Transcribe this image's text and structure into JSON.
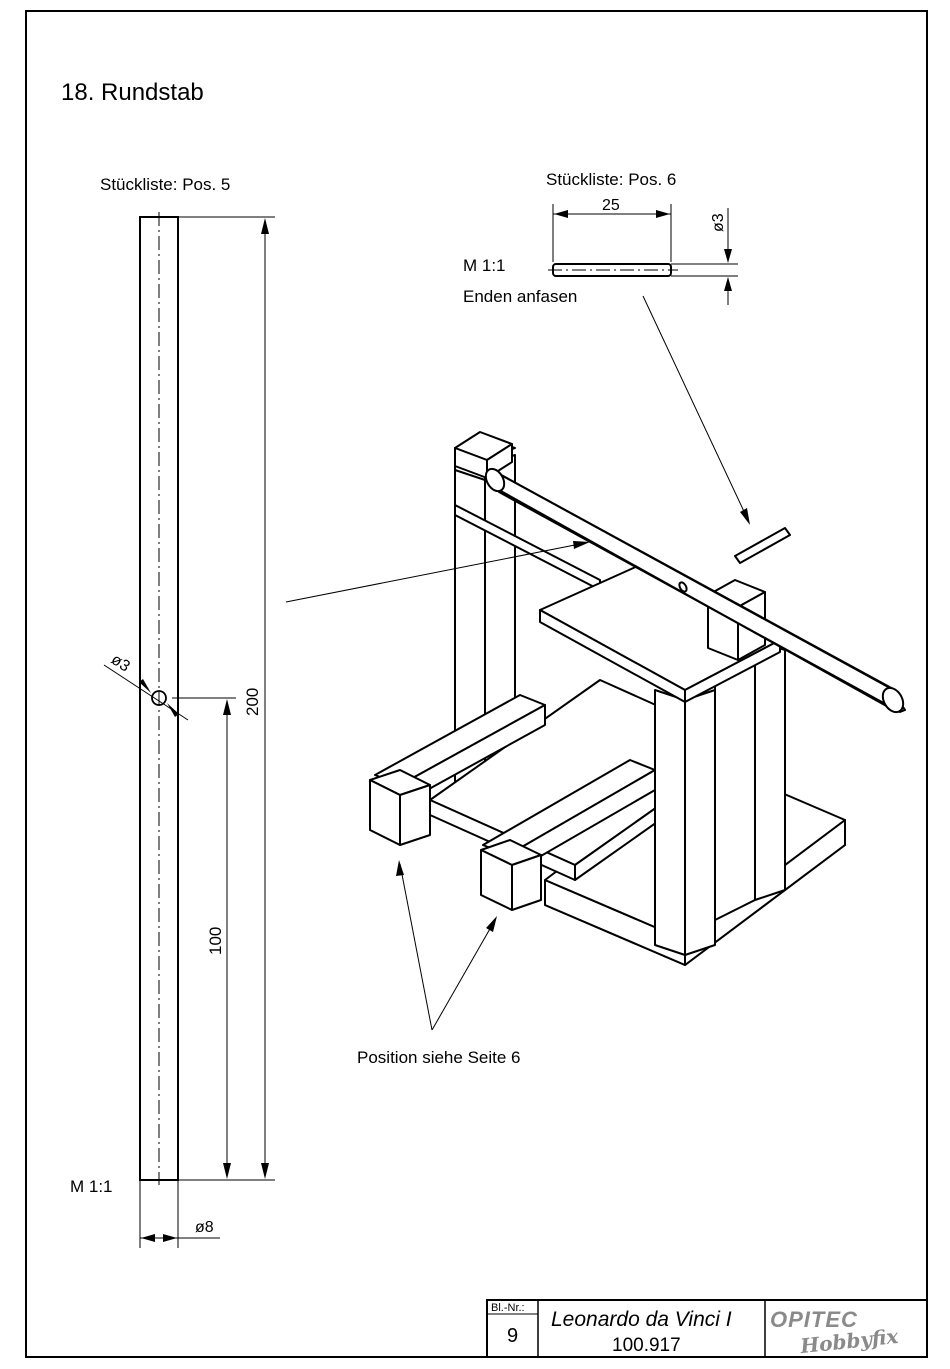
{
  "title": "18. Rundstab",
  "part_left": {
    "parts_list": "Stückliste: Pos. 5",
    "scale": "M 1:1",
    "dim_length": "200",
    "dim_hole_position": "100",
    "dim_hole_diameter": "ø3",
    "dim_diameter": "ø8"
  },
  "part_right": {
    "parts_list": "Stückliste: Pos. 6",
    "dim_length": "25",
    "dim_diameter": "ø3",
    "scale": "M 1:1",
    "note": "Enden anfasen"
  },
  "callout": "Position siehe Seite 6",
  "title_block": {
    "sheet_label": "Bl.-Nr.:",
    "sheet_number": "9",
    "project": "Leonardo da Vinci I",
    "article": "100.917",
    "logo_main": "OPITEC",
    "logo_sub": "Hobbyfix"
  },
  "colors": {
    "line": "#000000",
    "paper": "#ffffff",
    "logo": "#8a8a8a"
  }
}
